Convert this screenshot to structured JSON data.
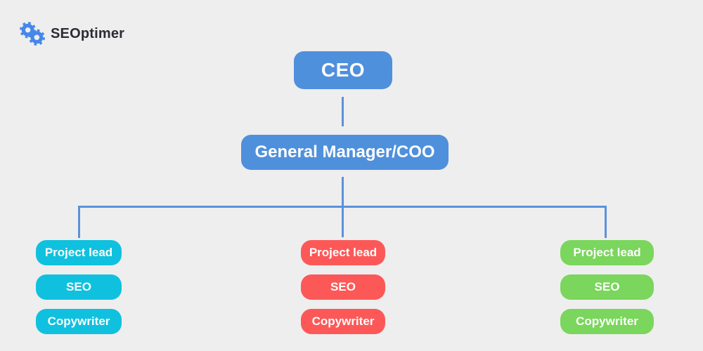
{
  "logo": {
    "text": "SEOptimer",
    "icon": "seoptimer-gears-icon",
    "icon_color": "#4687ea",
    "text_color": "#2b2d33"
  },
  "colors": {
    "background": "#eeeeee",
    "executive_box": "#4f90dd",
    "connector_line": "#5b91dc",
    "team1_box": "#0fc1de",
    "team2_box": "#fc5858",
    "team3_box": "#7ad65c",
    "box_text": "#fdfdfd"
  },
  "org": {
    "ceo": {
      "label": "CEO"
    },
    "manager": {
      "label": "General Manager/COO"
    },
    "teams": [
      {
        "id": "team-1",
        "roles": [
          "Project lead",
          "SEO",
          "Copywriter"
        ]
      },
      {
        "id": "team-2",
        "roles": [
          "Project lead",
          "SEO",
          "Copywriter"
        ]
      },
      {
        "id": "team-3",
        "roles": [
          "Project lead",
          "SEO",
          "Copywriter"
        ]
      }
    ]
  }
}
